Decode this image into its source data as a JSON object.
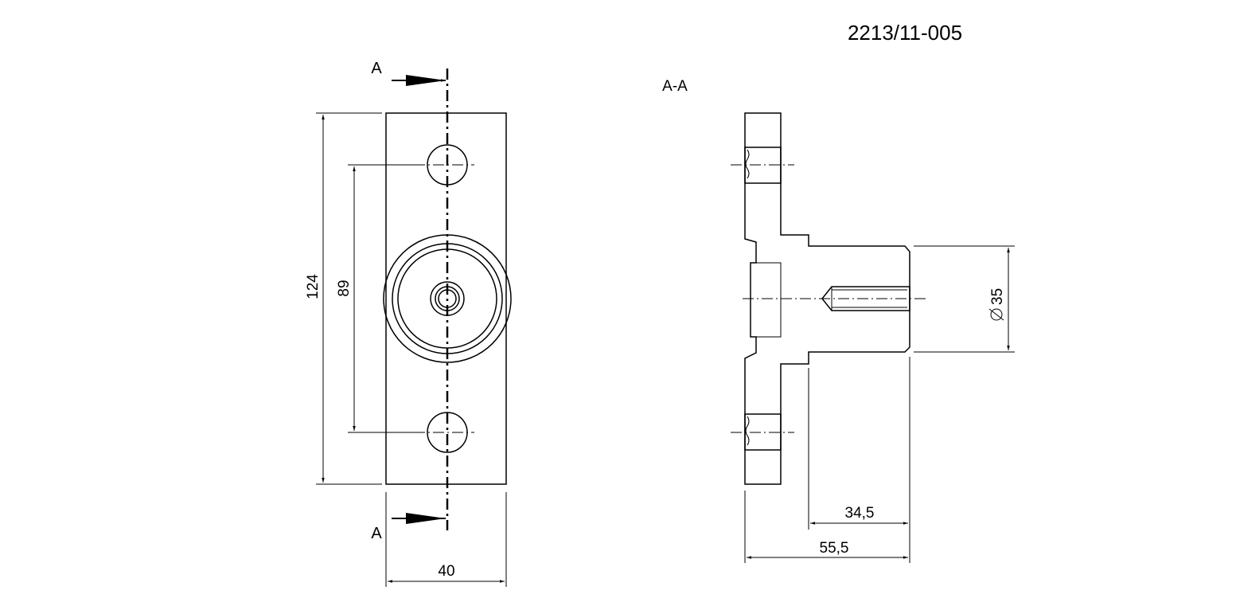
{
  "drawing_number": "2213/11-005",
  "section_title": "A-A",
  "section_markers": {
    "top": "A",
    "bottom": "A"
  },
  "dimensions": {
    "overall_height": "124",
    "hole_spacing": "89",
    "width": "40",
    "diameter": "35",
    "shaft_length": "34,5",
    "total_length": "55,5"
  }
}
